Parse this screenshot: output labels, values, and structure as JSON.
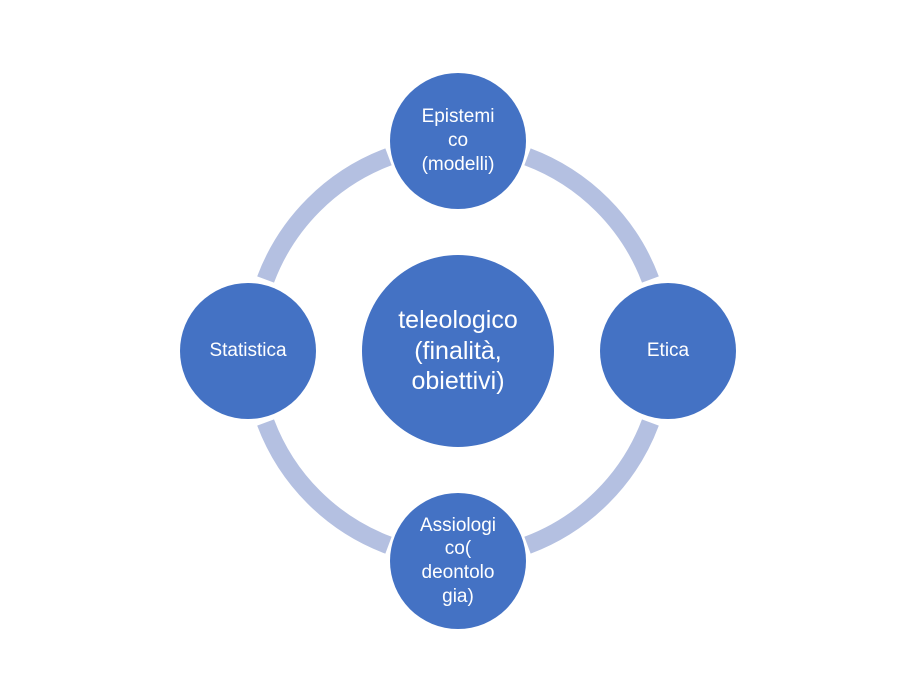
{
  "diagram": {
    "center": {
      "label": "teleologico\n(finalità,\nobiettivi)"
    },
    "top": {
      "label": "Epistemi\nco\n(modelli)"
    },
    "right": {
      "label": "Etica"
    },
    "bottom": {
      "label": "Assiologi\nco(\ndeontolo\ngia)"
    },
    "left": {
      "label": "Statistica"
    }
  },
  "colors": {
    "node_fill": "#4472C4",
    "ring": "#B4C0E1",
    "text": "#FFFFFF"
  }
}
